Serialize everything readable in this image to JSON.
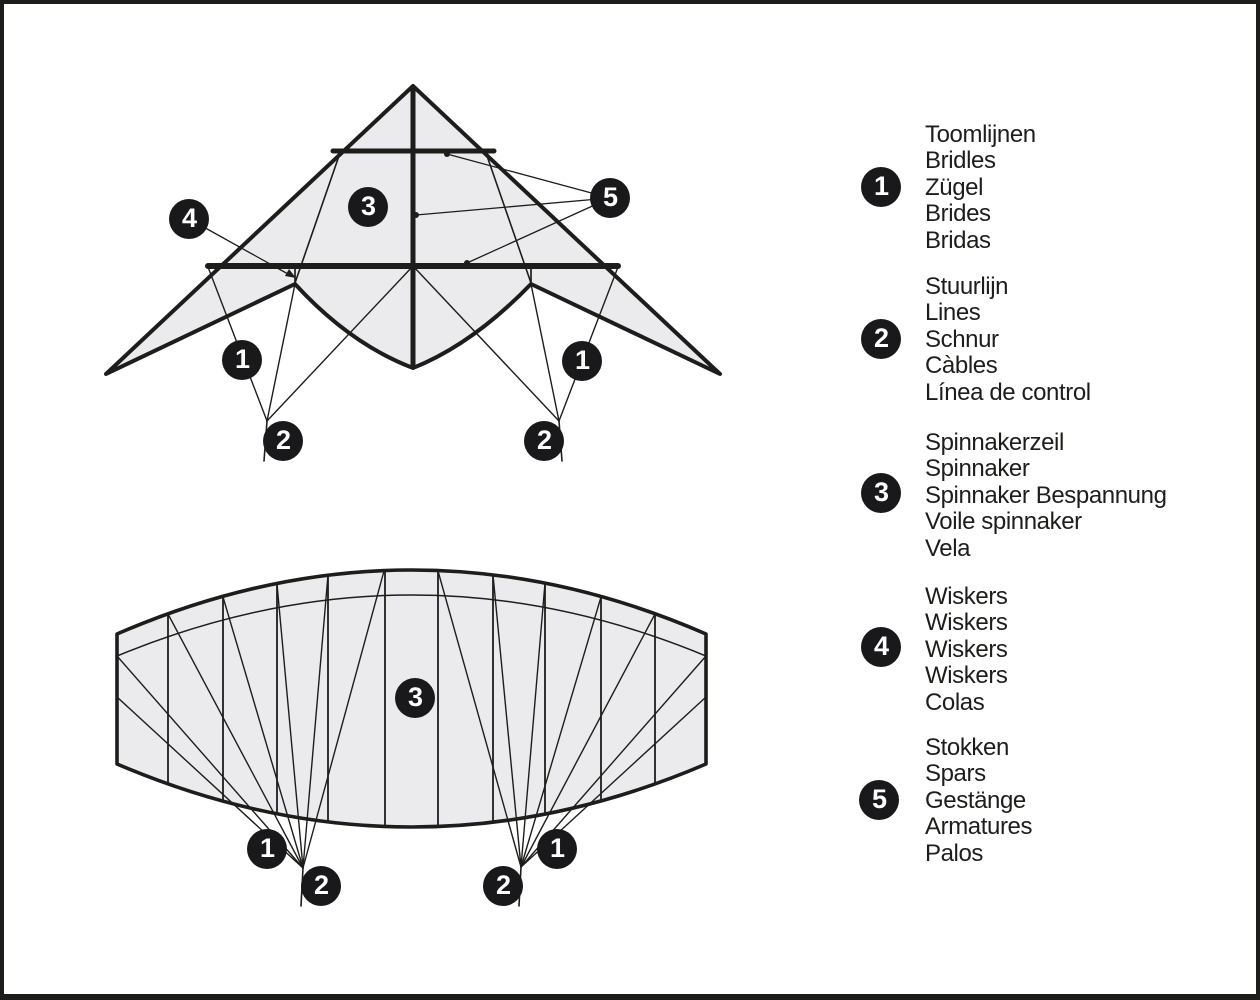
{
  "badges": {
    "b1": "1",
    "b2": "2",
    "b3": "3",
    "b4": "4",
    "b5": "5"
  },
  "legend": {
    "items": [
      {
        "number": "1",
        "terms": [
          "Toomlijnen",
          "Bridles",
          "Zügel",
          "Brides",
          "Bridas"
        ]
      },
      {
        "number": "2",
        "terms": [
          "Stuurlijn",
          "Lines",
          "Schnur",
          "Càbles",
          "Línea de control"
        ]
      },
      {
        "number": "3",
        "terms": [
          "Spinnakerzeil",
          "Spinnaker",
          "Spinnaker Bespannung",
          "Voile spinnaker",
          "Vela"
        ]
      },
      {
        "number": "4",
        "terms": [
          "Wiskers",
          "Wiskers",
          "Wiskers",
          "Wiskers",
          "Colas"
        ]
      },
      {
        "number": "5",
        "terms": [
          "Stokken",
          "Spars",
          "Gestänge",
          "Armatures",
          "Palos"
        ]
      }
    ]
  },
  "colors": {
    "sail_fill": "#ebebed",
    "outline": "#1d1d1b",
    "badge_background": "#19191b",
    "badge_number": "#ffffff",
    "frame": "#1d1d1b"
  }
}
